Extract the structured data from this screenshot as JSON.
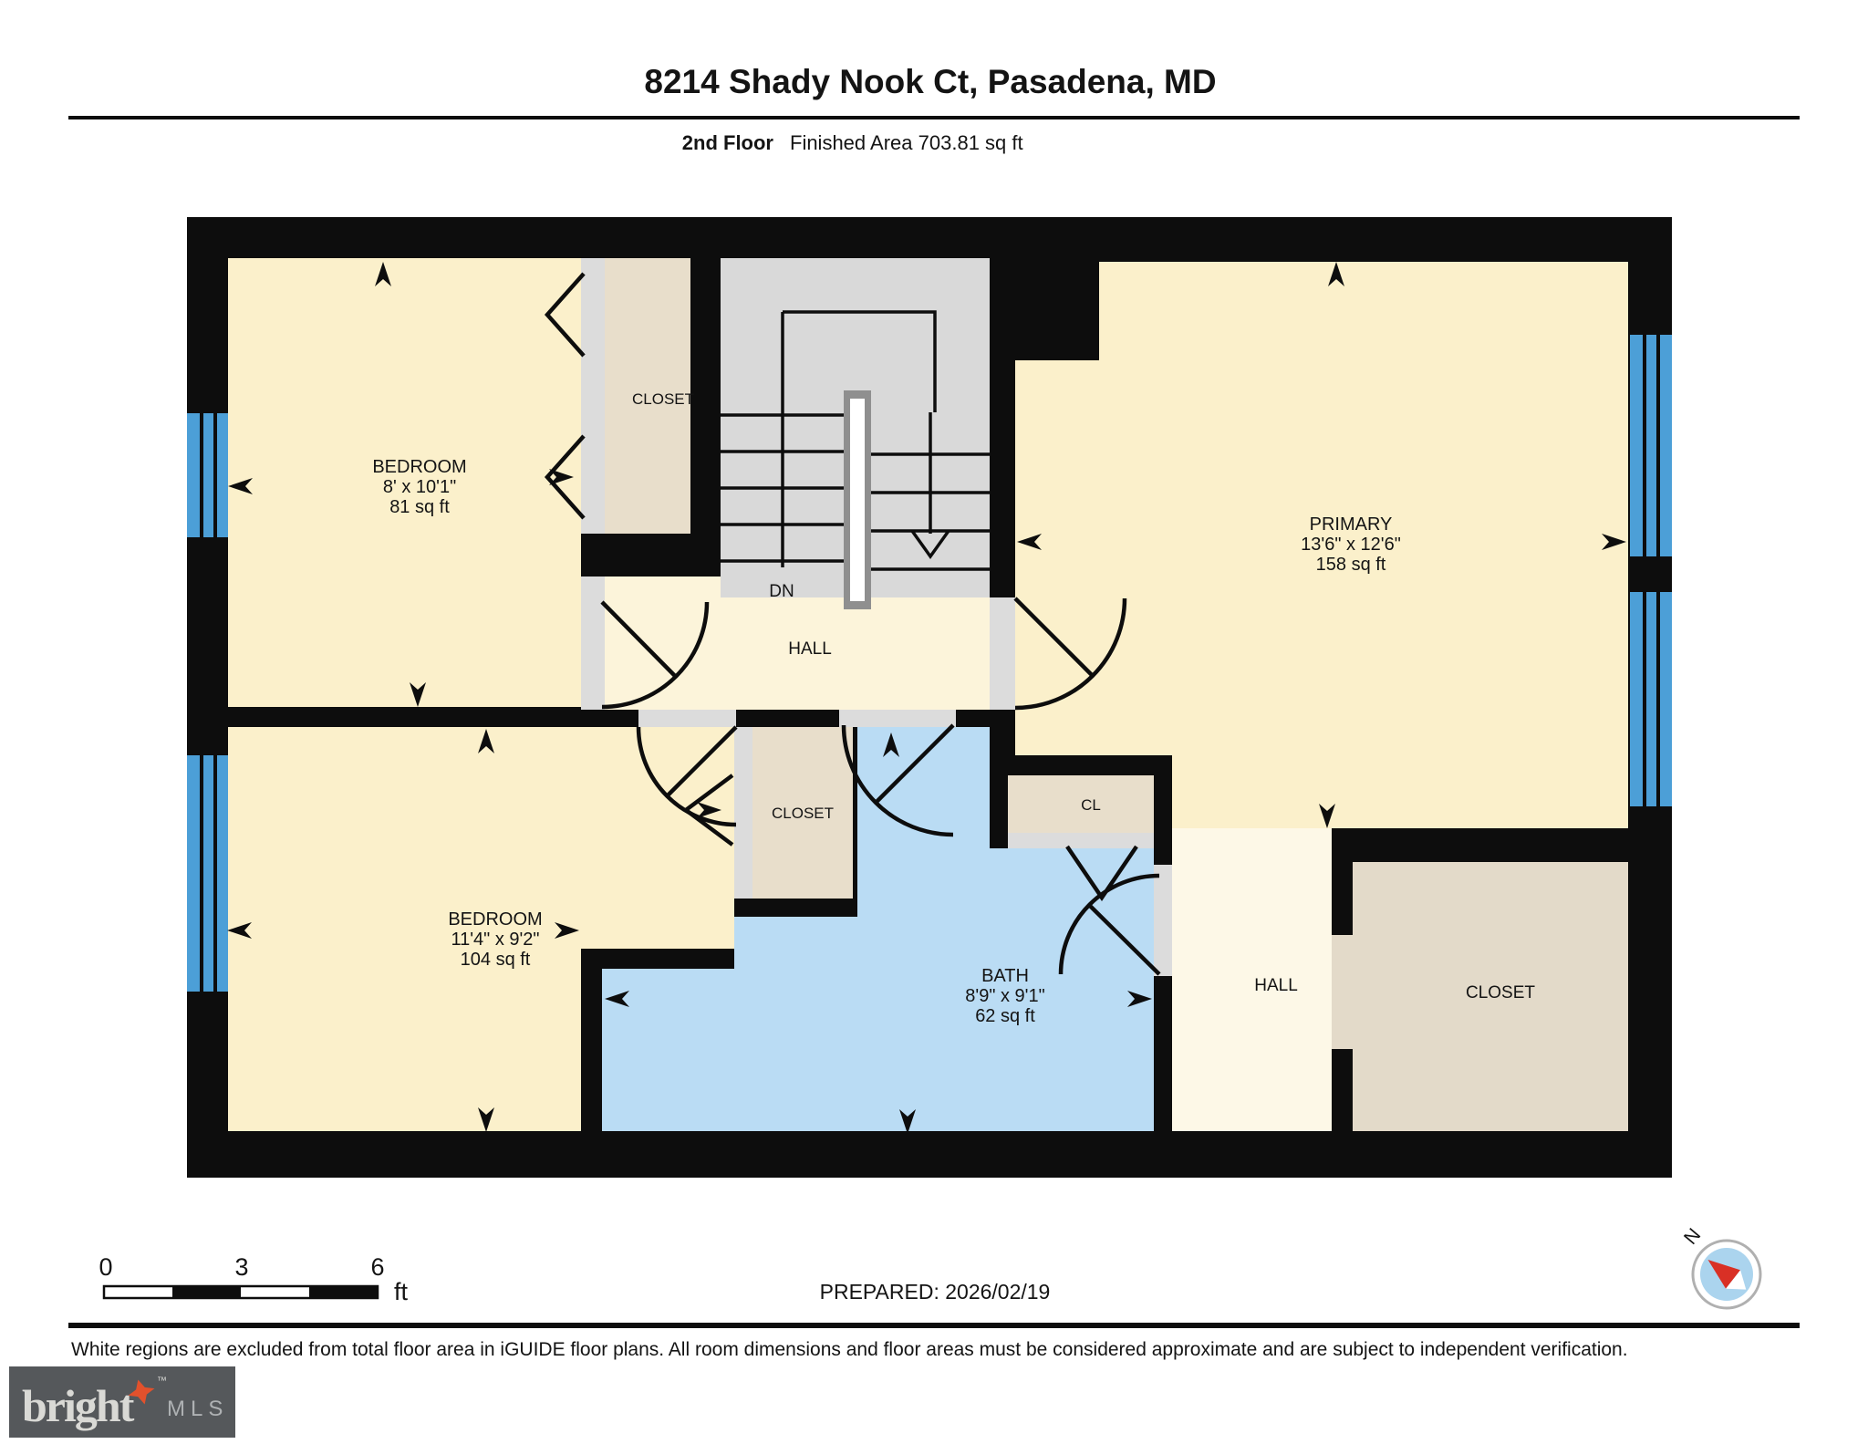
{
  "header": {
    "title": "8214 Shady Nook Ct, Pasadena, MD",
    "floor_label": "2nd Floor",
    "area_label": "Finished Area 703.81 sq ft"
  },
  "plan": {
    "bedroom_top": {
      "name": "BEDROOM",
      "dims": "8' x 10'1\"",
      "area": "81 sq ft"
    },
    "bedroom_bottom": {
      "name": "BEDROOM",
      "dims": "11'4\" x 9'2\"",
      "area": "104 sq ft"
    },
    "primary": {
      "name": "PRIMARY",
      "dims": "13'6\" x 12'6\"",
      "area": "158 sq ft"
    },
    "bath": {
      "name": "BATH",
      "dims": "8'9\" x 9'1\"",
      "area": "62 sq ft"
    },
    "hall_upper": "HALL",
    "hall_lower": "HALL",
    "closet_top": "CLOSET",
    "closet_mid": "CLOSET",
    "closet_cl": "CL",
    "closet_bottom_right": "CLOSET",
    "stairs_down": "DN"
  },
  "scale_bar": {
    "tick_0": "0",
    "tick_3": "3",
    "tick_6": "6",
    "unit": "ft"
  },
  "footer": {
    "prepared": "PREPARED: 2026/02/19",
    "disclaimer": "White regions are excluded from total floor area in iGUIDE floor plans. All room dimensions and floor areas must be considered approximate and are subject to independent verification.",
    "compass_north": "N"
  },
  "logo": {
    "brand": "bright",
    "tm": "™",
    "suffix": "MLS"
  },
  "colors": {
    "wall": "#0d0d0d",
    "room_cream": "#FBF0CB",
    "hall_cream": "#FCF4DA",
    "hall_light": "#FDF8E7",
    "closet_tan": "#E8DECB",
    "stair_gray": "#D9D9D9",
    "door_gray": "#DCDCDC",
    "bath_blue": "#BADCF4",
    "window_blue": "#4C9FD7",
    "logo_bg": "#55585B",
    "logo_star": "#E2512C"
  }
}
